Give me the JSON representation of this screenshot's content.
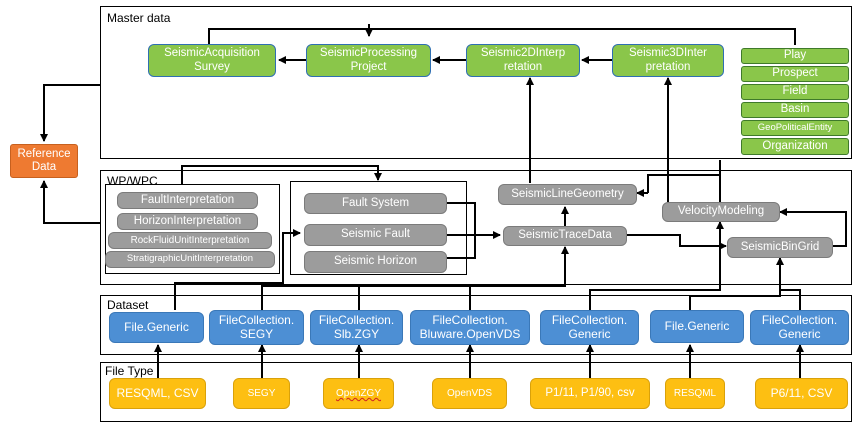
{
  "panels": {
    "master_data": "Master data",
    "wp_wpc": "WP/WPC",
    "dataset": "Dataset",
    "file_type": "File Type"
  },
  "reference_data": "Reference Data",
  "master": {
    "acquisition": "SeismicAcquisition Survey",
    "processing": "SeismicProcessing Project",
    "interp2d": "Seismic2DInterp retation",
    "interp3d": "Seismic3DInter pretation",
    "play": "Play",
    "prospect": "Prospect",
    "field": "Field",
    "basin": "Basin",
    "geopolitical": "GeoPoliticalEntity",
    "organization": "Organization"
  },
  "wp": {
    "fault_interp": "FaultInterpretation",
    "horizon_interp": "HorizonInterpretation",
    "rock_fluid": "RockFluidUnitInterpretation",
    "strat_unit": "StratigraphicUnitInterpretation",
    "fault_system": "Fault System",
    "seismic_fault": "Seismic Fault",
    "seismic_horizon": "Seismic Horizon",
    "line_geometry": "SeismicLineGeometry",
    "trace_data": "SeismicTraceData",
    "velocity_modeling": "VelocityModeling",
    "bin_grid": "SeismicBinGrid"
  },
  "dataset": {
    "file_generic_1": "File.Generic",
    "fc_segy": "FileCollection. SEGY",
    "fc_zgy": "FileCollection. Slb.ZGY",
    "fc_openvds": "FileCollection. Bluware.OpenVDS",
    "fc_generic_1": "FileCollection. Generic",
    "file_generic_2": "File.Generic",
    "fc_generic_2": "FileCollection. Generic"
  },
  "file_types": {
    "resqml_csv": "RESQML, CSV",
    "segy": "SEGY",
    "openzgy": "OpenZGY",
    "openvds": "OpenVDS",
    "p1_csv": "P1/11, P1/90, csv",
    "resqml": "RESQML",
    "p6_csv": "P6/11, CSV"
  },
  "colors": {
    "master_node": "#8ac64a",
    "wp_node": "#9c9c9c",
    "dataset_node": "#4d8fd4",
    "file_type_node": "#fdbf12",
    "reference_node": "#ee7a31"
  }
}
